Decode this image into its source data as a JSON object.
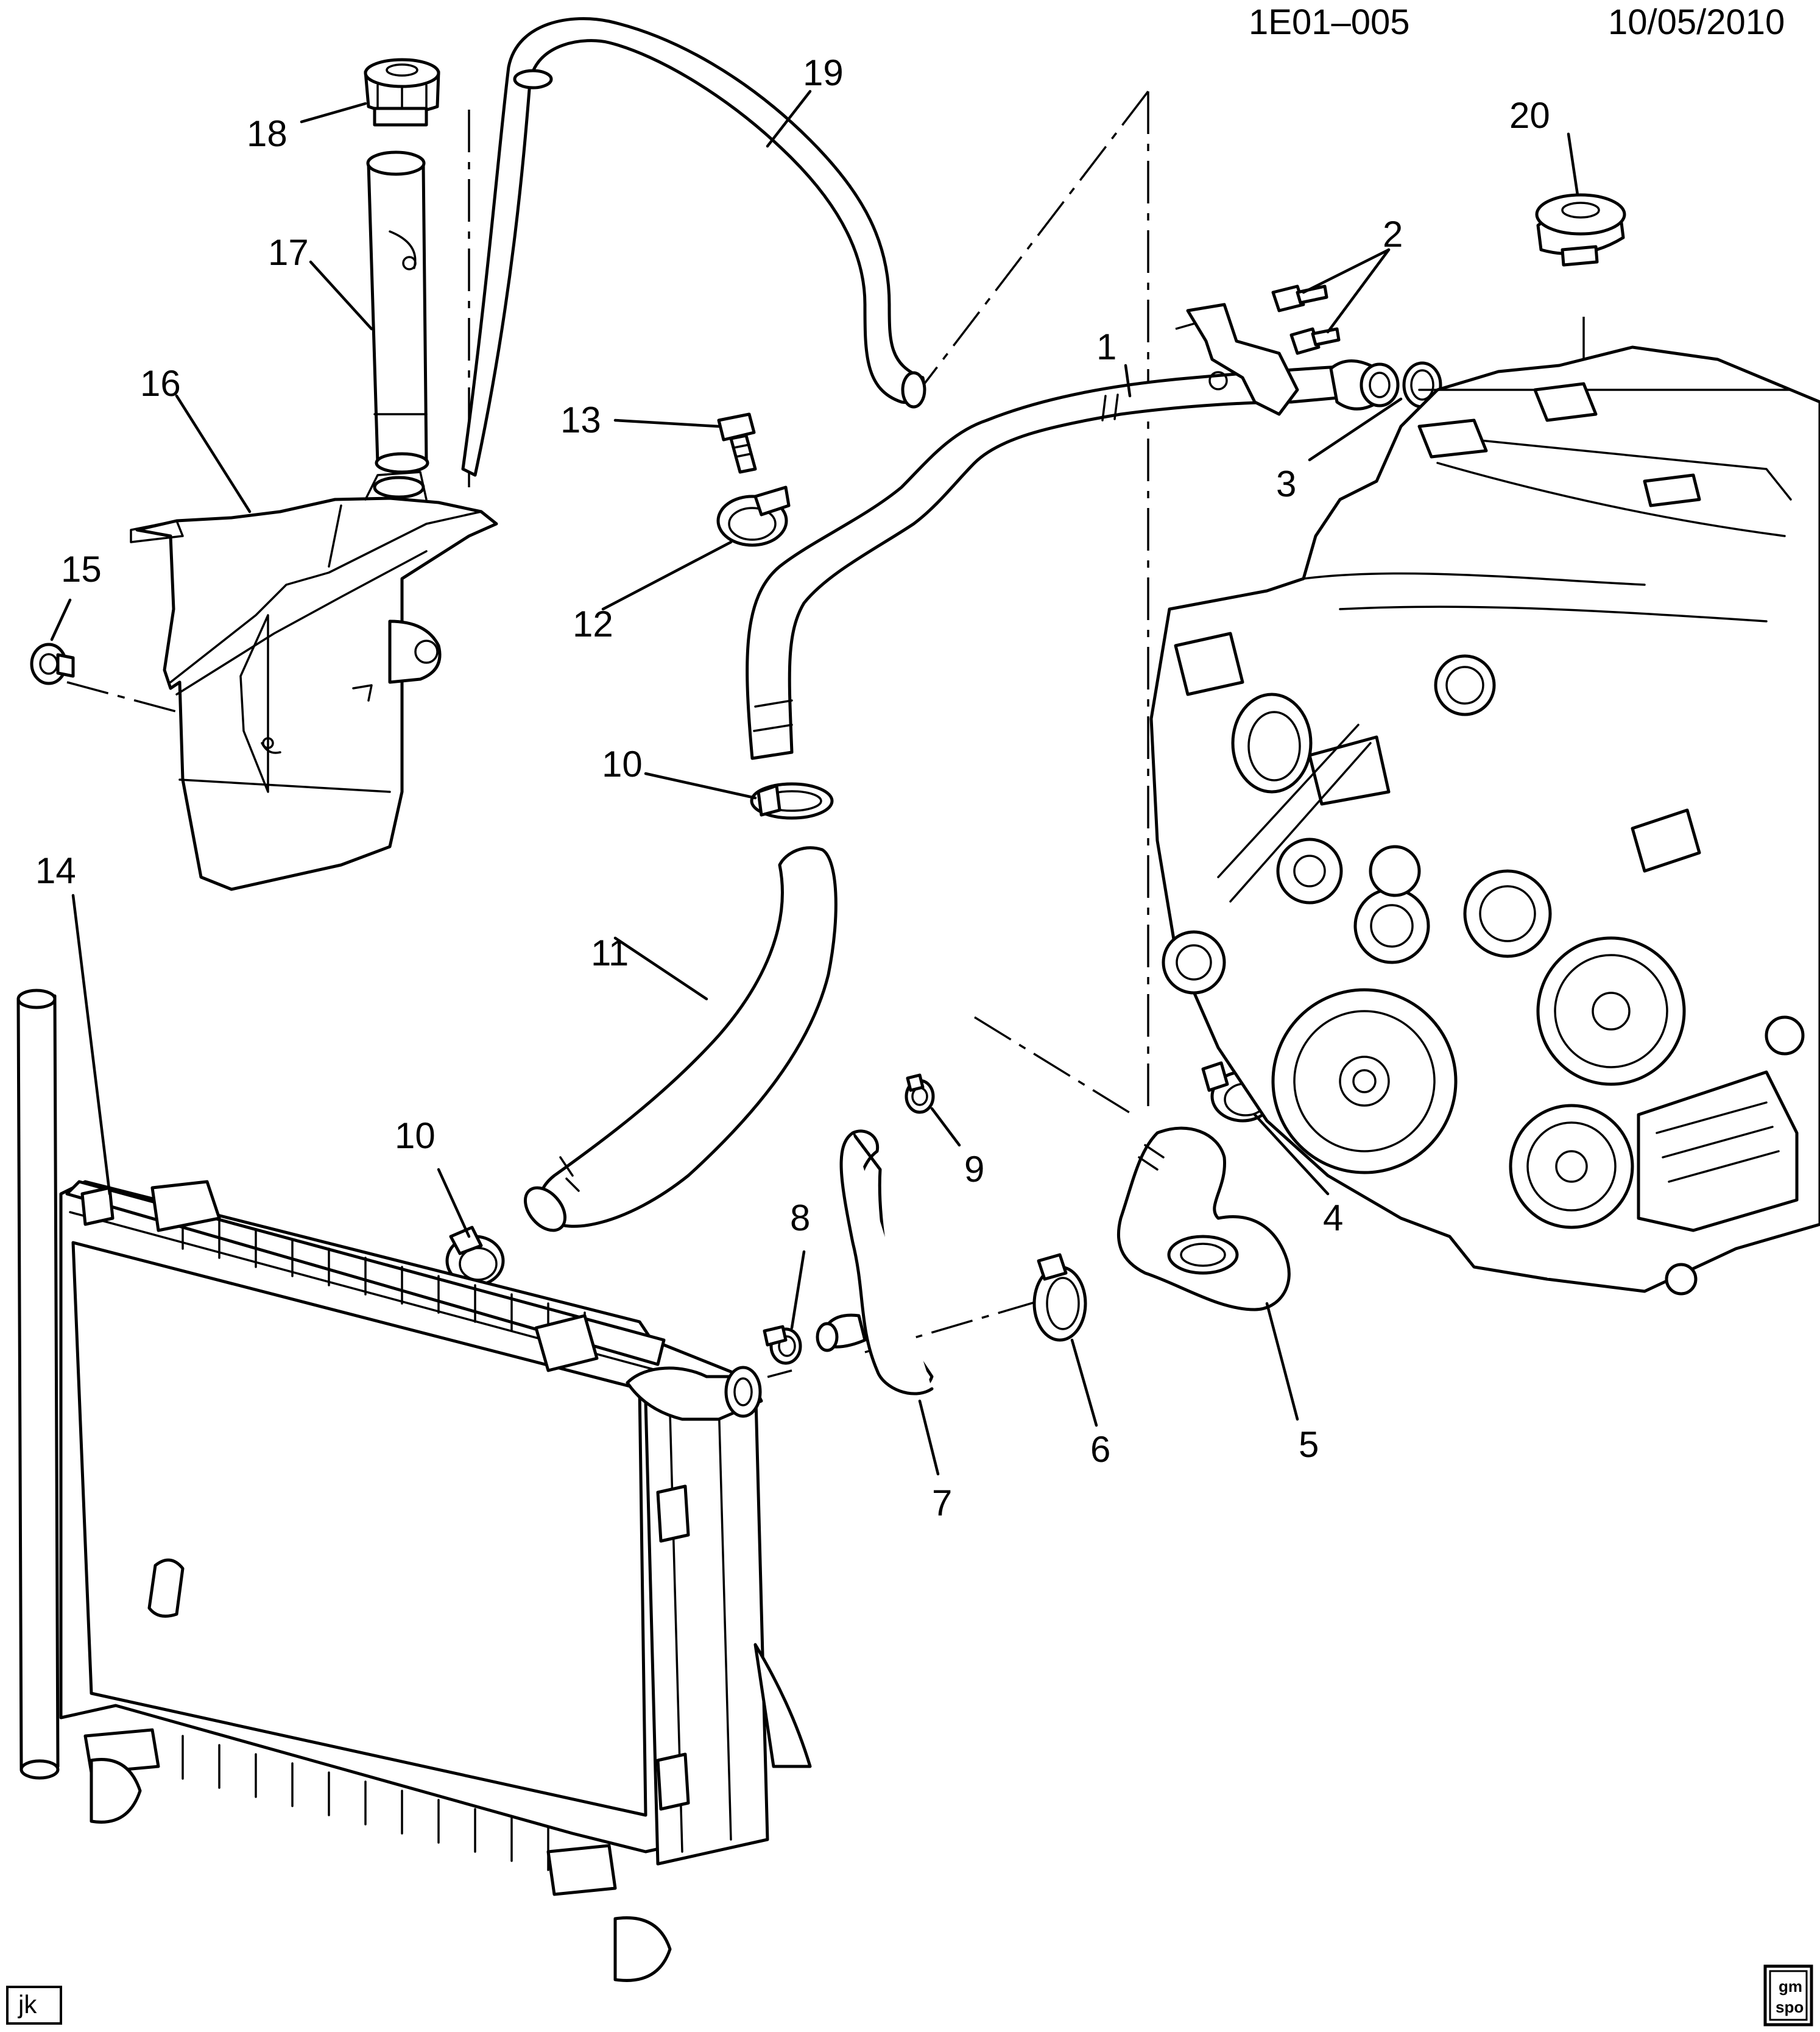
{
  "header": {
    "drawing_id": "1E01–005",
    "date": "10/05/2010"
  },
  "stamps": {
    "initials": "jk",
    "logo_line1": "gm",
    "logo_line2": "spo"
  },
  "callouts": [
    "1",
    "2",
    "3",
    "4",
    "5",
    "6",
    "7",
    "8",
    "9",
    "10",
    "10",
    "11",
    "12",
    "13",
    "14",
    "15",
    "16",
    "17",
    "18",
    "19",
    "20"
  ],
  "parts": [
    "radiator-inlet-hose",
    "bolt",
    "seal",
    "clamp",
    "radiator-outlet-hose",
    "clamp",
    "hose",
    "clamp",
    "clamp",
    "clamp",
    "radiator-surge-tank-inlet-hose",
    "clamp",
    "bolt",
    "radiator",
    "bolt",
    "radiator-surge-tank",
    "radiator-surge-tank-filler-neck",
    "cap",
    "overflow-hose",
    "cap"
  ]
}
